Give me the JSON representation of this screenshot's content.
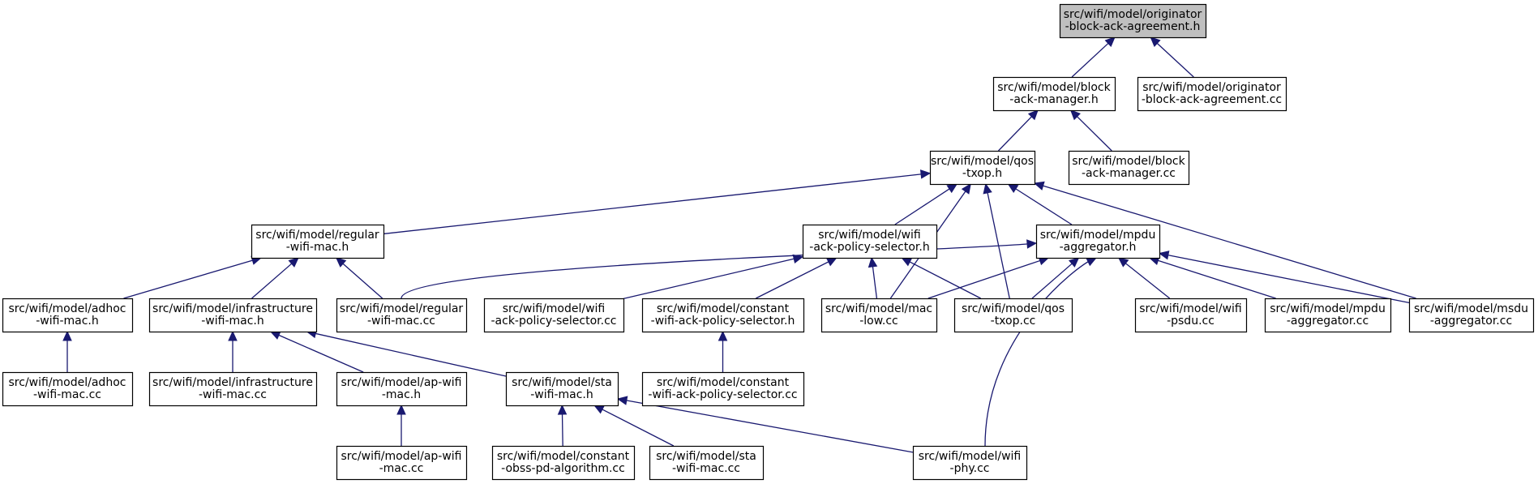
{
  "diagram": {
    "nodes": [
      {
        "id": "oba_h",
        "lines": [
          "src/wifi/model/originator",
          "-block-ack-agreement.h"
        ],
        "root": true
      },
      {
        "id": "bam_h",
        "lines": [
          "src/wifi/model/block",
          "-ack-manager.h"
        ]
      },
      {
        "id": "oba_cc",
        "lines": [
          "src/wifi/model/originator",
          "-block-ack-agreement.cc"
        ]
      },
      {
        "id": "qos_h",
        "lines": [
          "src/wifi/model/qos",
          "-txop.h"
        ]
      },
      {
        "id": "bam_cc",
        "lines": [
          "src/wifi/model/block",
          "-ack-manager.cc"
        ]
      },
      {
        "id": "reg_h",
        "lines": [
          "src/wifi/model/regular",
          "-wifi-mac.h"
        ]
      },
      {
        "id": "waps_h",
        "lines": [
          "src/wifi/model/wifi",
          "-ack-policy-selector.h"
        ]
      },
      {
        "id": "mpdu_h",
        "lines": [
          "src/wifi/model/mpdu",
          "-aggregator.h"
        ]
      },
      {
        "id": "adhoc_h",
        "lines": [
          "src/wifi/model/adhoc",
          "-wifi-mac.h"
        ]
      },
      {
        "id": "infra_h",
        "lines": [
          "src/wifi/model/infrastructure",
          "-wifi-mac.h"
        ]
      },
      {
        "id": "reg_cc",
        "lines": [
          "src/wifi/model/regular",
          "-wifi-mac.cc"
        ]
      },
      {
        "id": "waps_cc",
        "lines": [
          "src/wifi/model/wifi",
          "-ack-policy-selector.cc"
        ]
      },
      {
        "id": "cwaps_h",
        "lines": [
          "src/wifi/model/constant",
          "-wifi-ack-policy-selector.h"
        ]
      },
      {
        "id": "maclow_cc",
        "lines": [
          "src/wifi/model/mac",
          "-low.cc"
        ]
      },
      {
        "id": "qos_cc",
        "lines": [
          "src/wifi/model/qos",
          "-txop.cc"
        ]
      },
      {
        "id": "psdu_cc",
        "lines": [
          "src/wifi/model/wifi",
          "-psdu.cc"
        ]
      },
      {
        "id": "mpdu_cc",
        "lines": [
          "src/wifi/model/mpdu",
          "-aggregator.cc"
        ]
      },
      {
        "id": "msdu_cc",
        "lines": [
          "src/wifi/model/msdu",
          "-aggregator.cc"
        ]
      },
      {
        "id": "adhoc_cc",
        "lines": [
          "src/wifi/model/adhoc",
          "-wifi-mac.cc"
        ]
      },
      {
        "id": "infra_cc",
        "lines": [
          "src/wifi/model/infrastructure",
          "-wifi-mac.cc"
        ]
      },
      {
        "id": "ap_h",
        "lines": [
          "src/wifi/model/ap-wifi",
          "-mac.h"
        ]
      },
      {
        "id": "sta_h",
        "lines": [
          "src/wifi/model/sta",
          "-wifi-mac.h"
        ]
      },
      {
        "id": "cwaps_cc",
        "lines": [
          "src/wifi/model/constant",
          "-wifi-ack-policy-selector.cc"
        ]
      },
      {
        "id": "ap_cc",
        "lines": [
          "src/wifi/model/ap-wifi",
          "-mac.cc"
        ]
      },
      {
        "id": "obss_cc",
        "lines": [
          "src/wifi/model/constant",
          "-obss-pd-algorithm.cc"
        ]
      },
      {
        "id": "sta_cc",
        "lines": [
          "src/wifi/model/sta",
          "-wifi-mac.cc"
        ]
      },
      {
        "id": "phy_cc",
        "lines": [
          "src/wifi/model/wifi",
          "-phy.cc"
        ]
      }
    ],
    "edges": [
      {
        "from": "bam_h",
        "to": "oba_h"
      },
      {
        "from": "oba_cc",
        "to": "oba_h"
      },
      {
        "from": "qos_h",
        "to": "bam_h"
      },
      {
        "from": "bam_cc",
        "to": "bam_h"
      },
      {
        "from": "reg_h",
        "to": "qos_h"
      },
      {
        "from": "waps_h",
        "to": "qos_h"
      },
      {
        "from": "mpdu_h",
        "to": "qos_h"
      },
      {
        "from": "msdu_cc",
        "to": "qos_h"
      },
      {
        "from": "qos_cc",
        "to": "qos_h"
      },
      {
        "from": "maclow_cc",
        "to": "qos_h"
      },
      {
        "from": "adhoc_h",
        "to": "reg_h"
      },
      {
        "from": "infra_h",
        "to": "reg_h"
      },
      {
        "from": "reg_cc",
        "to": "reg_h"
      },
      {
        "from": "waps_cc",
        "to": "waps_h"
      },
      {
        "from": "cwaps_h",
        "to": "waps_h"
      },
      {
        "from": "maclow_cc",
        "to": "waps_h"
      },
      {
        "from": "qos_cc",
        "to": "waps_h"
      },
      {
        "from": "reg_cc",
        "to": "mpdu_h"
      },
      {
        "from": "maclow_cc",
        "to": "mpdu_h"
      },
      {
        "from": "qos_cc",
        "to": "mpdu_h"
      },
      {
        "from": "psdu_cc",
        "to": "mpdu_h"
      },
      {
        "from": "mpdu_cc",
        "to": "mpdu_h"
      },
      {
        "from": "msdu_cc",
        "to": "mpdu_h"
      },
      {
        "from": "phy_cc",
        "to": "mpdu_h"
      },
      {
        "from": "adhoc_cc",
        "to": "adhoc_h"
      },
      {
        "from": "infra_cc",
        "to": "infra_h"
      },
      {
        "from": "ap_h",
        "to": "infra_h"
      },
      {
        "from": "sta_h",
        "to": "infra_h"
      },
      {
        "from": "cwaps_cc",
        "to": "cwaps_h"
      },
      {
        "from": "ap_cc",
        "to": "ap_h"
      },
      {
        "from": "obss_cc",
        "to": "sta_h"
      },
      {
        "from": "sta_cc",
        "to": "sta_h"
      },
      {
        "from": "phy_cc",
        "to": "sta_h"
      }
    ]
  }
}
